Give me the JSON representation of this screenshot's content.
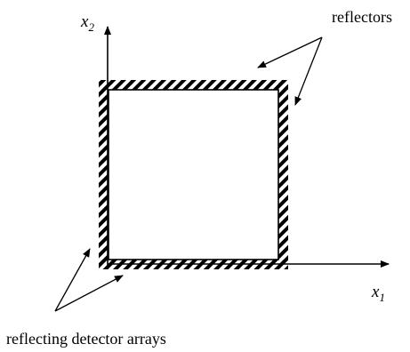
{
  "labels": {
    "x1_axis": "x",
    "x1_sub": "1",
    "x2_axis": "x",
    "x2_sub": "2",
    "reflectors": "reflectors",
    "detector_arrays": "reflecting detector arrays"
  },
  "colors": {
    "ink": "#000000",
    "background": "#ffffff"
  }
}
